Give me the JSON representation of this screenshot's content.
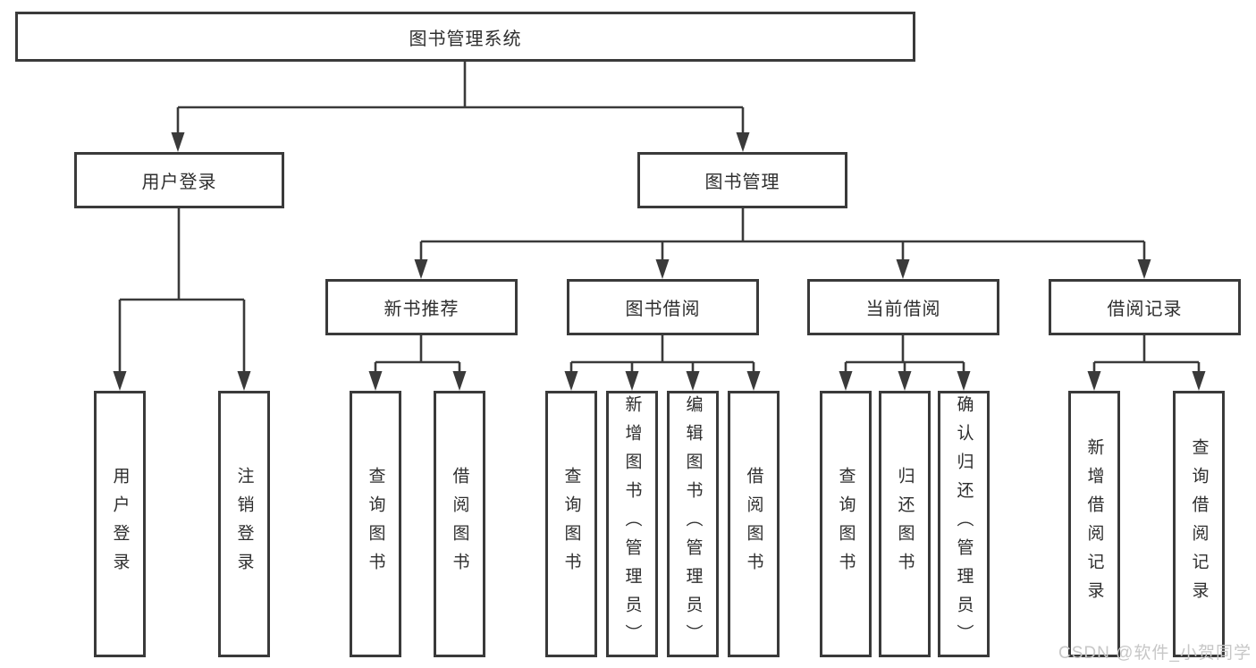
{
  "diagram": {
    "type": "functional-structure-tree",
    "colors": {
      "line": "#3a3a3a",
      "box_border": "#3a3a3a",
      "text": "#2e2e2e",
      "background": "#ffffff",
      "watermark": "#c7c7c7"
    }
  },
  "tree": {
    "root": {
      "label": "图书管理系统"
    },
    "children": [
      {
        "label": "用户登录",
        "children": [
          {
            "label": "用户登录"
          },
          {
            "label": "注销登录"
          }
        ]
      },
      {
        "label": "图书管理",
        "children": [
          {
            "label": "新书推荐",
            "children": [
              {
                "label": "查询图书"
              },
              {
                "label": "借阅图书"
              }
            ]
          },
          {
            "label": "图书借阅",
            "children": [
              {
                "label": "查询图书"
              },
              {
                "label": "新增图书（管理员）"
              },
              {
                "label": "编辑图书（管理员）"
              },
              {
                "label": "借阅图书"
              }
            ]
          },
          {
            "label": "当前借阅",
            "children": [
              {
                "label": "查询图书"
              },
              {
                "label": "归还图书"
              },
              {
                "label": "确认归还（管理员）"
              }
            ]
          },
          {
            "label": "借阅记录",
            "children": [
              {
                "label": "新增借阅记录"
              },
              {
                "label": "查询借阅记录"
              }
            ]
          }
        ]
      }
    ]
  },
  "watermark": {
    "text": "CSDN @软件_小贺同学"
  }
}
